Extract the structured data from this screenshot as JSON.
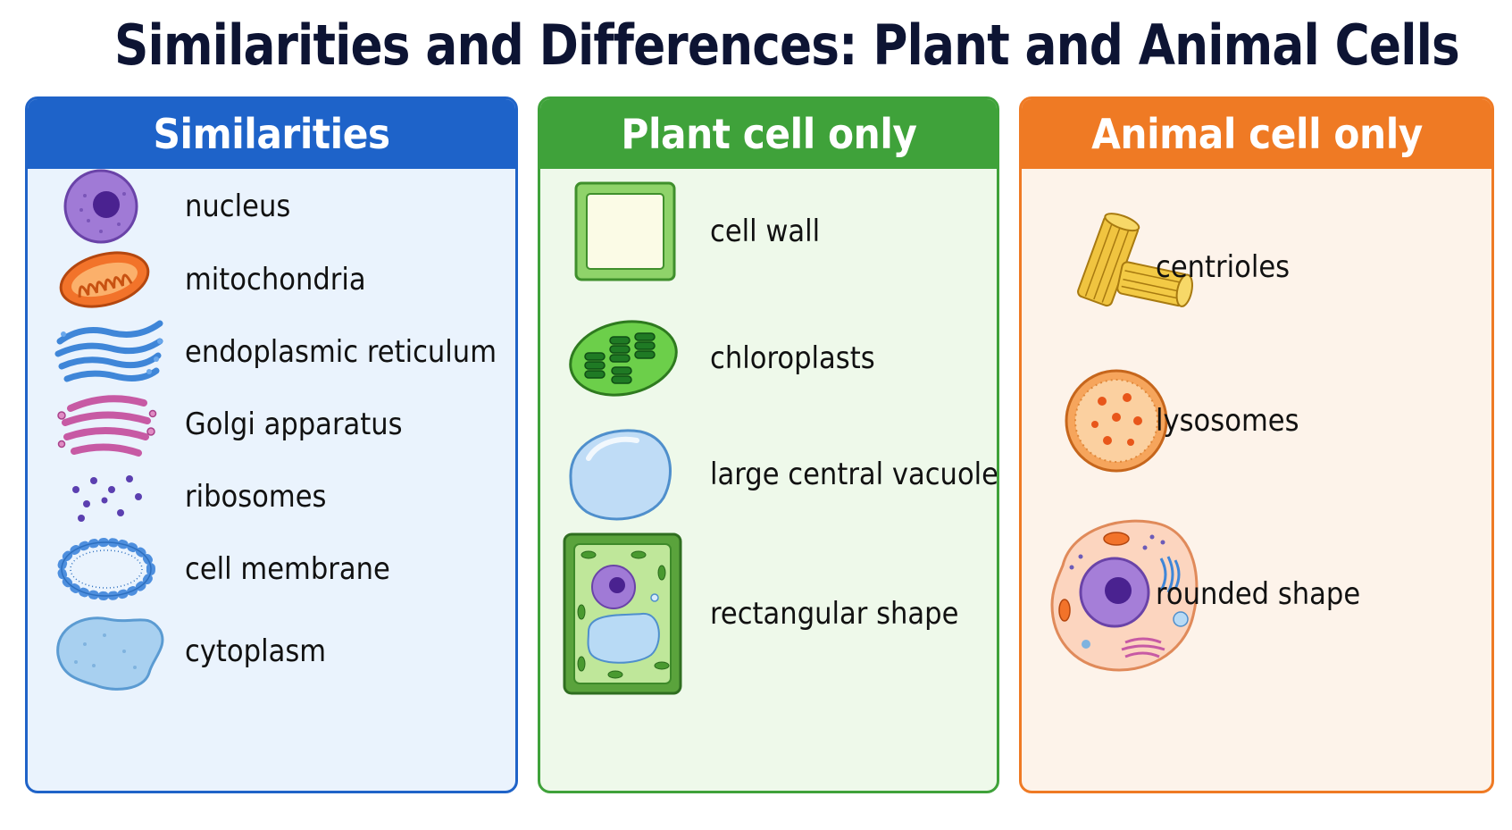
{
  "title": "Similarities and Differences: Plant and Animal Cells",
  "panels": {
    "similarities": {
      "heading": "Similarities",
      "color": "#1e63c9",
      "items": [
        {
          "label": "nucleus",
          "icon": "nucleus-icon"
        },
        {
          "label": "mitochondria",
          "icon": "mitochondria-icon"
        },
        {
          "label": "endoplasmic reticulum",
          "icon": "endoplasmic-reticulum-icon"
        },
        {
          "label": "Golgi apparatus",
          "icon": "golgi-apparatus-icon"
        },
        {
          "label": "ribosomes",
          "icon": "ribosomes-icon"
        },
        {
          "label": "cell membrane",
          "icon": "cell-membrane-icon"
        },
        {
          "label": "cytoplasm",
          "icon": "cytoplasm-icon"
        }
      ]
    },
    "plant": {
      "heading": "Plant cell only",
      "color": "#3fa23a",
      "items": [
        {
          "label": "cell wall",
          "icon": "cell-wall-icon"
        },
        {
          "label": "chloroplasts",
          "icon": "chloroplast-icon"
        },
        {
          "label": "large central vacuole",
          "icon": "vacuole-icon"
        },
        {
          "label": "rectangular shape",
          "icon": "plant-cell-icon"
        }
      ]
    },
    "animal": {
      "heading": "Animal cell only",
      "color": "#ef7a24",
      "items": [
        {
          "label": "centrioles",
          "icon": "centrioles-icon"
        },
        {
          "label": "lysosomes",
          "icon": "lysosome-icon"
        },
        {
          "label": "rounded shape",
          "icon": "animal-cell-icon"
        }
      ]
    }
  }
}
